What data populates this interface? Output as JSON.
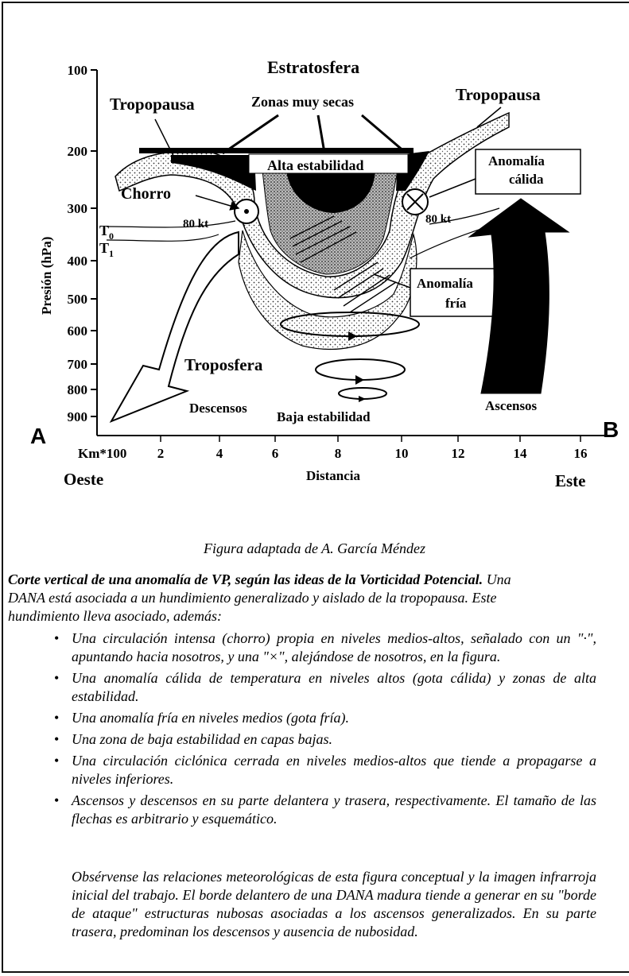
{
  "diagram": {
    "labels": {
      "stratosphere": "Estratosfera",
      "tropopause_left": "Tropopausa",
      "tropopause_right": "Tropopausa",
      "dry_zones": "Zonas muy secas",
      "high_stability": "Alta estabilidad",
      "jet": "Chorro",
      "jet_speed_left": "80 kt",
      "jet_speed_right": "80 kt",
      "warm_anomaly_1": "Anomalía",
      "warm_anomaly_2": "cálida",
      "cold_anomaly_1": "Anomalía",
      "cold_anomaly_2": "fría",
      "troposphere": "Troposfera",
      "descents": "Descensos",
      "ascents": "Ascensos",
      "low_stability": "Baja estabilidad",
      "t0": "T",
      "t0_sub": "0",
      "t1": "T",
      "t1_sub": "1",
      "point_a": "A",
      "point_b": "B",
      "west": "Oeste",
      "east": "Este",
      "y_axis_title": "Presión (hPa)",
      "x_axis_title": "Distancia",
      "x_unit": "Km*100"
    },
    "y_ticks": [
      "100",
      "200",
      "300",
      "400",
      "500",
      "600",
      "700",
      "800",
      "900"
    ],
    "x_ticks": [
      "2",
      "4",
      "6",
      "8",
      "10",
      "12",
      "14",
      "16"
    ]
  },
  "text": {
    "caption": "Figura adaptada de A. García Méndez",
    "intro_bold": "Corte vertical de una anomalía de VP, según las ideas de la Vorticidad Potencial.",
    "intro_line1_rest": " Una",
    "intro_line2": "DANA está asociada a un hundimiento generalizado y aislado de la tropopausa. Este",
    "intro_line3": "hundimiento lleva asociado, además:",
    "bullets": [
      "Una circulación intensa (chorro) propia en niveles medios-altos, señalado con un \"·\", apuntando hacia nosotros, y una \"×\", alejándose de nosotros, en la figura.",
      "Una anomalía cálida de temperatura en niveles altos (gota cálida) y zonas de alta estabilidad.",
      "Una anomalía fría en niveles medios (gota fría).",
      "Una zona de baja estabilidad en capas bajas.",
      "Una circulación ciclónica cerrada en niveles medios-altos que tiende a propagarse a niveles inferiores.",
      "Ascensos y descensos en su parte delantera y trasera, respectivamente. El tamaño de las flechas es arbitrario y esquemático."
    ],
    "closing": "Obsérvense las relaciones meteorológicas de esta figura conceptual y la imagen infrarroja inicial del trabajo. El borde delantero de una DANA madura tiende a generar en su \"borde de ataque\" estructuras nubosas asociadas a los ascensos generalizados. En su parte trasera, predominan los descensos y ausencia de nubosidad."
  }
}
